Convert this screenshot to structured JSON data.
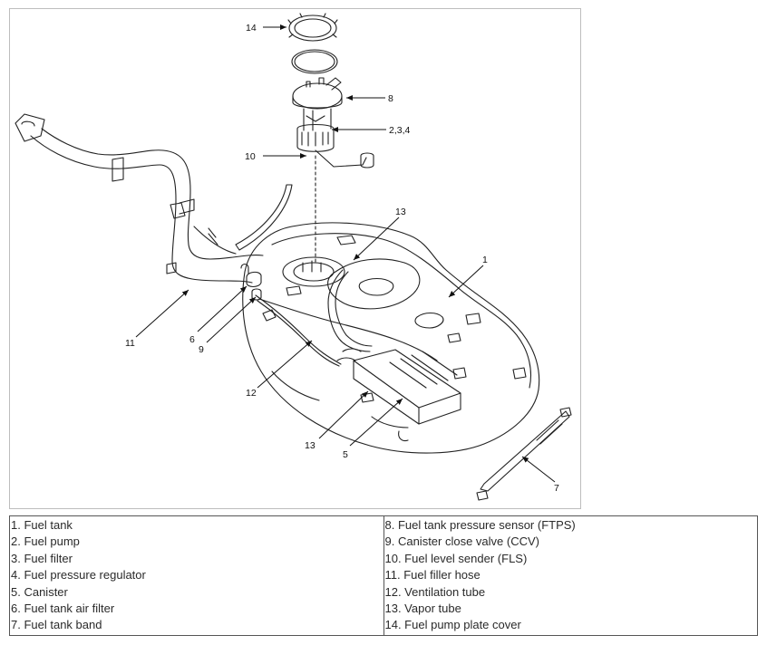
{
  "callouts": {
    "c1": "1",
    "c2": "2,3,4",
    "c5": "5",
    "c6": "6",
    "c7": "7",
    "c8": "8",
    "c9": "9",
    "c10": "10",
    "c11": "11",
    "c12": "12",
    "c13a": "13",
    "c13b": "13",
    "c14": "14"
  },
  "legend": {
    "left": [
      "1. Fuel tank",
      "2. Fuel pump",
      "3. Fuel filter",
      "4. Fuel pressure regulator",
      "5. Canister",
      "6. Fuel tank air filter",
      "7. Fuel tank band"
    ],
    "right": [
      "8. Fuel tank pressure sensor (FTPS)",
      "9. Canister close valve (CCV)",
      "10. Fuel level sender (FLS)",
      "11. Fuel filler hose",
      "12. Ventilation tube",
      "13. Vapor tube",
      "14. Fuel pump plate cover"
    ]
  }
}
